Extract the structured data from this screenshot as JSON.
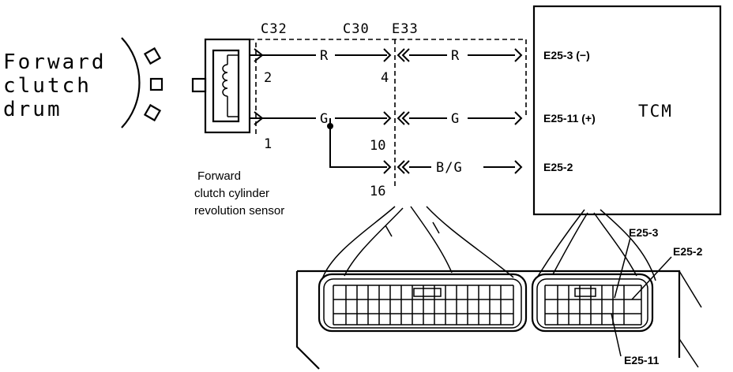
{
  "drum": {
    "label_lines": [
      "Forward",
      "clutch",
      "drum"
    ]
  },
  "sensor": {
    "label_lines": [
      "Forward",
      "clutch cylinder",
      "revolution sensor"
    ]
  },
  "connectors": {
    "c32": "C32",
    "c30": "C30",
    "e33": "E33"
  },
  "pins": {
    "c32_top": "2",
    "c32_bottom": "1",
    "c30_e33_top": "4",
    "c30_e33_bottom": "10",
    "e33_bg": "16"
  },
  "wires": {
    "top_left": "R",
    "top_right": "R",
    "bottom_left": "G",
    "bottom_right": "G",
    "ground": "B/G"
  },
  "tcm": {
    "label": "TCM",
    "terminals": [
      "E25-3 (−)",
      "E25-11 (+)",
      "E25-2"
    ]
  },
  "connector_view": {
    "callouts": [
      "E25-3",
      "E25-2",
      "E25-11"
    ]
  }
}
